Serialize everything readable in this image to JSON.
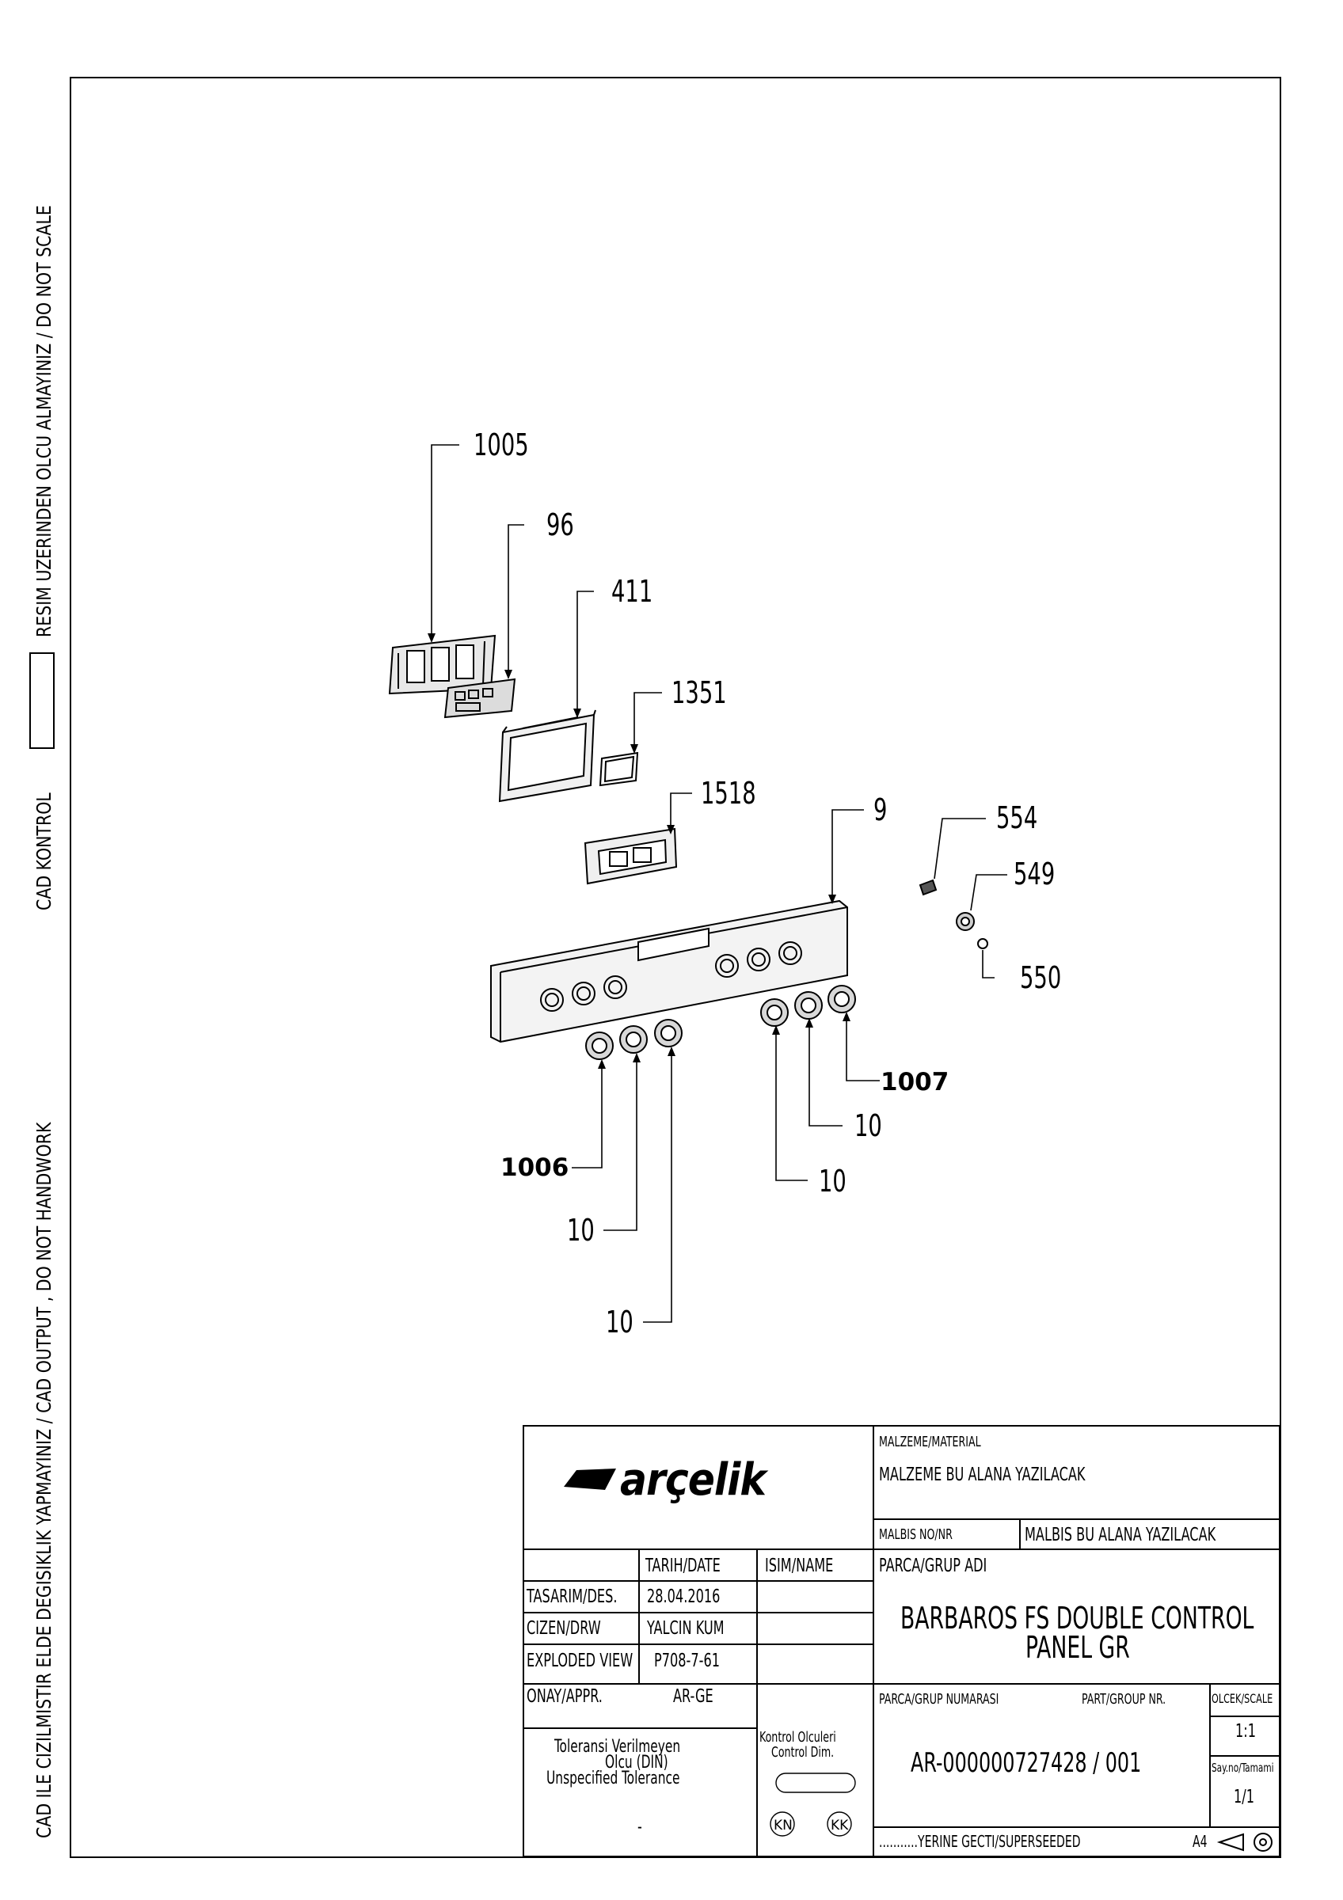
{
  "side_notes": {
    "cad_edit_warning": "CAD ILE CIZILMISTIR ELDE DEGISIKLIK YAPMAYINIZ / CAD OUTPUT , DO NOT HANDWORK",
    "cad_control_label": "CAD KONTROL",
    "no_scale_warning": "RESIM UZERINDEN OLCU ALMAYINIZ / DO NOT SCALE"
  },
  "diagram": {
    "part_labels": {
      "p1005": "1005",
      "p96": "96",
      "p411": "411",
      "p1351": "1351",
      "p1518": "1518",
      "p9": "9",
      "p554": "554",
      "p549": "549",
      "p550": "550",
      "p1007": "1007",
      "p1006": "1006",
      "p10_a": "10",
      "p10_b": "10",
      "p10_c": "10",
      "p10_d": "10"
    }
  },
  "title_block": {
    "logo_text": "arçelik",
    "material_header": "MALZEME/MATERIAL",
    "material_value": "MALZEME BU ALANA YAZILACAK",
    "malbis_label": "MALBIS NO/NR",
    "malbis_value": "MALBIS BU ALANA YAZILACAK",
    "group_name_label": "PARCA/GRUP ADI",
    "group_name_line1": "BARBAROS FS DOUBLE CONTROL",
    "group_name_line2": "PANEL GR",
    "col_date": "TARIH/DATE",
    "col_name": "ISIM/NAME",
    "rows": [
      {
        "label": "TASARIM/DES.",
        "date": "28.04.2016",
        "name": ""
      },
      {
        "label": "CIZEN/DRW",
        "date": "YALCIN KUM",
        "name": ""
      },
      {
        "label": "EXPLODED VIEW",
        "date": "P708-7-61",
        "name": ""
      },
      {
        "label": "ONAY/APPR.",
        "date": "AR-GE",
        "name": ""
      }
    ],
    "group_number_label": "PARCA/GRUP NUMARASI",
    "part_group_label": "PART/GROUP NR.",
    "scale_label": "OLCEK/SCALE",
    "scale_value": "1:1",
    "group_number_value": "AR-000000727428 / 001",
    "sheet_label": "Say.no/Tamami",
    "sheet_value": "1/1",
    "tolerance_line1": "Toleransi Verilmeyen",
    "tolerance_line2": "Olcu (DIN)",
    "tolerance_line3": "Unspecified Tolerance",
    "tolerance_value": "-",
    "control_dims_line1": "Kontrol Olculeri",
    "control_dims_line2": "Control Dim.",
    "kn_label": "KN",
    "kk_label": "KK",
    "superseded": "...........YERINE GECTI/SUPERSEEDED",
    "paper_size": "A4"
  }
}
